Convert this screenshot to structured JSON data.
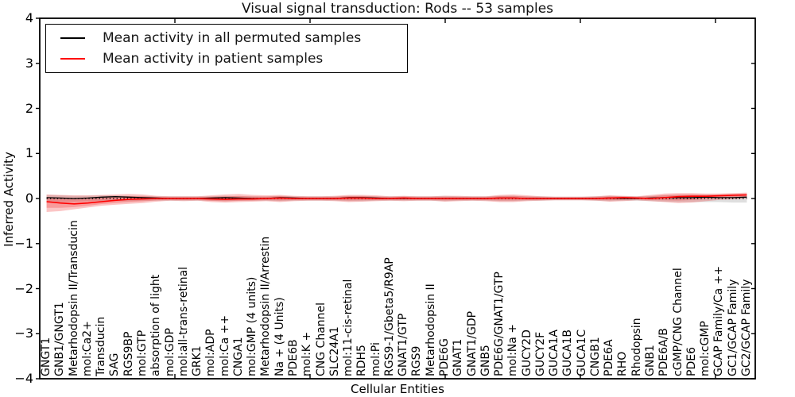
{
  "chart_data": {
    "type": "line",
    "title": "Visual signal transduction: Rods -- 53 samples",
    "xlabel": "Cellular Entities",
    "ylabel": "Inferred Activity",
    "ylim": [
      -4,
      4
    ],
    "yticks": [
      4,
      3,
      2,
      1,
      0,
      -1,
      -2,
      -3,
      -4
    ],
    "grid": false,
    "legend_position": "upper left",
    "legend": [
      {
        "label": "Mean activity in all permuted samples",
        "color": "#000000"
      },
      {
        "label": "Mean activity in patient samples",
        "color": "#ff0000"
      }
    ],
    "zero_reference_line": 0,
    "categories": [
      "GNGT1",
      "GNB1/GNGT1",
      "Metarhodopsin II/Transducin",
      "mol:Ca2+",
      "Transducin",
      "SAG",
      "RGS9BP",
      "mol:GTP",
      "absorption of light",
      "mol:GDP",
      "mol:all-trans-retinal",
      "GRK1",
      "mol:ADP",
      "mol:Ca ++",
      "CNGA1",
      "mol:GMP (4 units)",
      "Metarhodopsin II/Arrestin",
      "Na + (4 Units)",
      "PDE6B",
      "mol:K +",
      "CNG Channel",
      "SLC24A1",
      "mol:11-cis-retinal",
      "RDH5",
      "mol:Pi",
      "RGS9-1/Gbeta5/R9AP",
      "GNAT1/GTP",
      "RGS9",
      "Metarhodopsin II",
      "PDE6G",
      "GNAT1",
      "GNAT1/GDP",
      "GNB5",
      "PDE6G/GNAT1/GTP",
      "mol:Na +",
      "GUCY2D",
      "GUCY2F",
      "GUCA1A",
      "GUCA1B",
      "GUCA1C",
      "CNGB1",
      "PDE6A",
      "RHO",
      "Rhodopsin",
      "GNB1",
      "PDE6A/B",
      "cGMP/CNG Channel",
      "PDE6",
      "mol:cGMP",
      "GCAP Family/Ca ++",
      "GC1/GCAP Family",
      "GC2/GCAP Family"
    ],
    "series": [
      {
        "name": "Mean activity in all permuted samples",
        "role": "line",
        "color": "#000000",
        "values": [
          0.02,
          0.01,
          0.0,
          0.01,
          0.03,
          0.04,
          0.03,
          0.02,
          0.01,
          0.0,
          0.0,
          0.0,
          0.01,
          0.02,
          0.01,
          0.0,
          0.0,
          0.02,
          0.01,
          0.0,
          0.0,
          0.0,
          0.02,
          0.02,
          0.01,
          0.0,
          0.0,
          0.0,
          0.0,
          0.0,
          0.0,
          0.0,
          0.0,
          0.01,
          0.01,
          0.0,
          0.0,
          0.0,
          0.0,
          0.0,
          0.0,
          0.01,
          0.0,
          0.0,
          0.01,
          0.02,
          0.02,
          0.02,
          0.03,
          0.02,
          0.02,
          0.03
        ]
      },
      {
        "name": "Mean activity in patient samples",
        "role": "line",
        "color": "#ff0000",
        "values": [
          -0.07,
          -0.1,
          -0.12,
          -0.1,
          -0.07,
          -0.04,
          -0.02,
          -0.01,
          0.0,
          0.0,
          0.0,
          0.0,
          -0.01,
          -0.02,
          -0.01,
          -0.01,
          0.0,
          0.01,
          0.0,
          0.0,
          0.0,
          0.0,
          0.01,
          0.01,
          0.0,
          0.0,
          0.01,
          0.0,
          0.0,
          0.0,
          0.0,
          0.0,
          0.0,
          0.01,
          0.01,
          0.0,
          0.0,
          0.0,
          0.0,
          0.0,
          0.0,
          0.01,
          0.02,
          0.01,
          0.0,
          0.02,
          0.04,
          0.05,
          0.05,
          0.06,
          0.07,
          0.08
        ]
      },
      {
        "name": "Patient band upper",
        "role": "band-upper",
        "color": "#f03030",
        "values": [
          0.09,
          0.08,
          0.07,
          0.07,
          0.08,
          0.09,
          0.1,
          0.09,
          0.06,
          0.05,
          0.05,
          0.05,
          0.07,
          0.09,
          0.1,
          0.08,
          0.07,
          0.08,
          0.06,
          0.05,
          0.05,
          0.06,
          0.08,
          0.08,
          0.07,
          0.05,
          0.06,
          0.05,
          0.05,
          0.06,
          0.06,
          0.05,
          0.05,
          0.08,
          0.09,
          0.07,
          0.05,
          0.04,
          0.04,
          0.04,
          0.05,
          0.07,
          0.06,
          0.05,
          0.08,
          0.11,
          0.12,
          0.12,
          0.11,
          0.11,
          0.12,
          0.13
        ]
      },
      {
        "name": "Patient band lower",
        "role": "band-lower",
        "color": "#f03030",
        "values": [
          -0.3,
          -0.28,
          -0.24,
          -0.2,
          -0.16,
          -0.14,
          -0.12,
          -0.1,
          -0.07,
          -0.05,
          -0.06,
          -0.05,
          -0.08,
          -0.09,
          -0.08,
          -0.07,
          -0.06,
          -0.08,
          -0.06,
          -0.05,
          -0.05,
          -0.06,
          -0.08,
          -0.07,
          -0.06,
          -0.05,
          -0.06,
          -0.05,
          -0.05,
          -0.07,
          -0.06,
          -0.05,
          -0.06,
          -0.08,
          -0.08,
          -0.06,
          -0.05,
          -0.04,
          -0.04,
          -0.04,
          -0.05,
          -0.07,
          -0.06,
          -0.04,
          -0.06,
          -0.08,
          -0.1,
          -0.09,
          -0.06,
          -0.03,
          -0.02,
          0.0
        ]
      },
      {
        "name": "Permuted band upper",
        "role": "band-upper",
        "color": "#aaaaaa",
        "values": [
          0.08,
          0.07,
          0.06,
          0.06,
          0.07,
          0.07,
          0.06,
          0.06,
          0.05,
          0.05,
          0.05,
          0.05,
          0.05,
          0.06,
          0.05,
          0.05,
          0.05,
          0.06,
          0.05,
          0.05,
          0.05,
          0.05,
          0.06,
          0.06,
          0.05,
          0.05,
          0.05,
          0.05,
          0.05,
          0.06,
          0.05,
          0.05,
          0.05,
          0.06,
          0.06,
          0.05,
          0.05,
          0.04,
          0.04,
          0.04,
          0.05,
          0.06,
          0.05,
          0.05,
          0.06,
          0.07,
          0.08,
          0.08,
          0.08,
          0.08,
          0.09,
          0.09
        ]
      },
      {
        "name": "Permuted band lower",
        "role": "band-lower",
        "color": "#aaaaaa",
        "values": [
          -0.09,
          -0.08,
          -0.07,
          -0.06,
          -0.06,
          -0.06,
          -0.06,
          -0.05,
          -0.05,
          -0.05,
          -0.05,
          -0.05,
          -0.05,
          -0.06,
          -0.05,
          -0.05,
          -0.05,
          -0.06,
          -0.05,
          -0.05,
          -0.05,
          -0.05,
          -0.06,
          -0.06,
          -0.05,
          -0.05,
          -0.05,
          -0.05,
          -0.05,
          -0.06,
          -0.05,
          -0.05,
          -0.05,
          -0.06,
          -0.06,
          -0.05,
          -0.05,
          -0.04,
          -0.04,
          -0.04,
          -0.05,
          -0.06,
          -0.05,
          -0.05,
          -0.06,
          -0.07,
          -0.08,
          -0.08,
          -0.08,
          -0.08,
          -0.09,
          -0.09
        ]
      }
    ]
  },
  "colors": {
    "patient_line": "#ff0000",
    "permuted_line": "#000000",
    "patient_band": "#f03030",
    "permuted_band": "#aaaaaa",
    "spine": "#000000",
    "background": "#ffffff"
  }
}
